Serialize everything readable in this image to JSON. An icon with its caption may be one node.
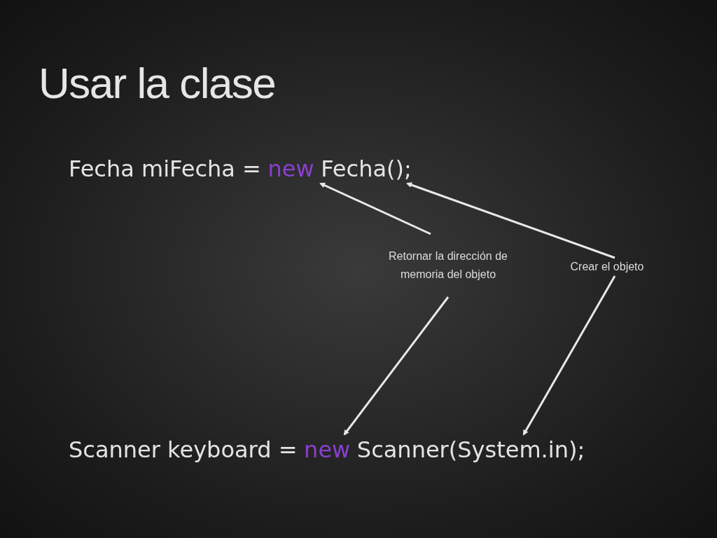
{
  "diagram": {
    "title": "Usar la clase",
    "nodes": [
      {
        "text": [
          "Fecha miFecha =",
          "new",
          "Fecha();"
        ]
      },
      {
        "text": [
          "Retornar la dirección de memoria del objeto"
        ]
      },
      {
        "text": [
          "Crear el objeto"
        ]
      },
      {
        "text": [
          "Scanner keyboard =",
          "new",
          "Scanner(System.in);"
        ]
      }
    ],
    "edges": [
      {
        "from": 1,
        "to": 0,
        "arrow": "to"
      },
      {
        "from": 2,
        "to": 0,
        "arrow": "to"
      },
      {
        "from": 1,
        "to": 3,
        "arrow": "to"
      },
      {
        "from": 2,
        "to": 3,
        "arrow": "to"
      }
    ]
  }
}
